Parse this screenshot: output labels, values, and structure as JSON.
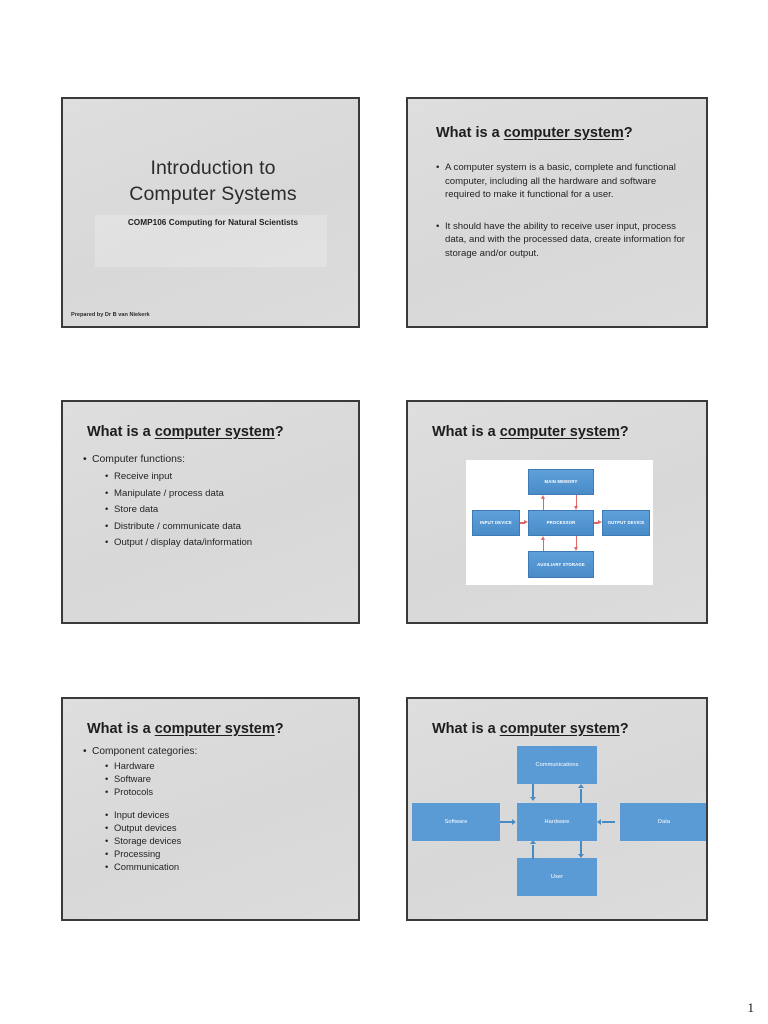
{
  "document": {
    "page_number": "1",
    "accent_blue": "#5b9bd5",
    "arrow_red": "#e06666",
    "slide_background": "#dcdcdc"
  },
  "slides": [
    {
      "id": "title-slide",
      "title_line_1": "Introduction to",
      "title_line_2": "Computer Systems",
      "subtitle": "COMP106 Computing for Natural Scientists",
      "footer": "Prepared by Dr B van Niekerk"
    },
    {
      "id": "definition-slide",
      "title_prefix": "What is a ",
      "title_underlined": "computer system",
      "title_suffix": "?",
      "bullets": [
        "A computer system is a basic, complete and functional computer, including all the hardware and software required to make it functional for a user.",
        "It should have the ability to receive user input, process data, and with the processed data, create information for storage and/or output."
      ]
    },
    {
      "id": "functions-slide",
      "title_prefix": "What is a ",
      "title_underlined": "computer system",
      "title_suffix": "?",
      "heading": "Computer functions:",
      "items": [
        "Receive input",
        "Manipulate / process data",
        "Store data",
        "Distribute / communicate data",
        "Output / display data/information"
      ]
    },
    {
      "id": "architecture-diagram-slide",
      "title_prefix": "What is a ",
      "title_underlined": "computer system",
      "title_suffix": "?",
      "diagram": {
        "type": "block-diagram",
        "boxes": {
          "main_memory": "MAIN MEMORY",
          "input_device": "INPUT DEVICE",
          "processor": "PROCESSOR",
          "output_device": "OUTPUT DEVICE",
          "auxiliary_storage": "AUXILIARY STORAGE"
        }
      }
    },
    {
      "id": "components-slide",
      "title_prefix": "What is a ",
      "title_underlined": "computer system",
      "title_suffix": "?",
      "heading": "Component categories:",
      "group_one": [
        "Hardware",
        "Software",
        "Protocols"
      ],
      "group_two": [
        "Input devices",
        "Output devices",
        "Storage devices",
        "Processing",
        "Communication"
      ]
    },
    {
      "id": "components-diagram-slide",
      "title_prefix": "What is a ",
      "title_underlined": "computer system",
      "title_suffix": "?",
      "diagram": {
        "type": "block-diagram",
        "boxes": {
          "communications": "Communications",
          "software": "Software",
          "hardware": "Hardware",
          "data": "Data",
          "user": "User"
        }
      }
    }
  ]
}
